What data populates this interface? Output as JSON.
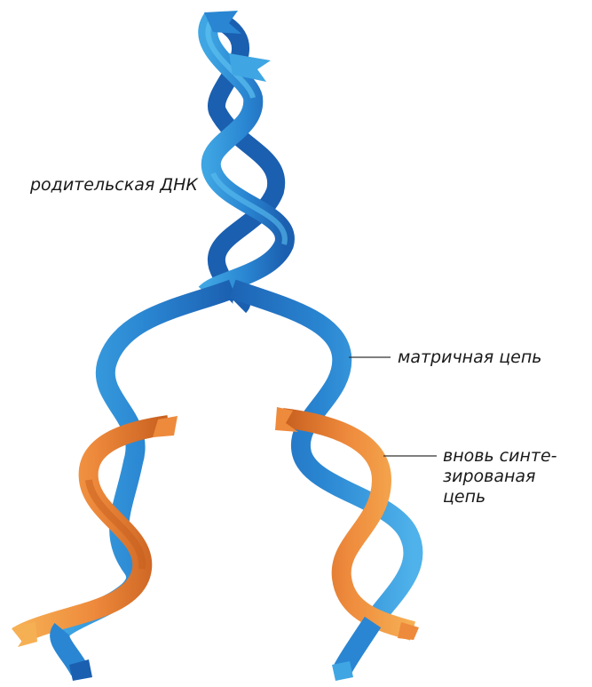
{
  "labels": {
    "parent_dna": "родительская ДНК",
    "template_strand": "матричная цепь",
    "new_strand": "вновь синте-\nзированая\nцепь"
  },
  "colors": {
    "blue_light": "#3fa6e3",
    "blue_mid": "#2a86d2",
    "blue_dark": "#1b5fb0",
    "orange_light": "#f6b054",
    "orange_mid": "#ee8a3c",
    "orange_dark": "#c65e1e",
    "leader_line": "#333333"
  },
  "icons": [
    "dna-double-helix-icon",
    "replication-fork-icon"
  ]
}
